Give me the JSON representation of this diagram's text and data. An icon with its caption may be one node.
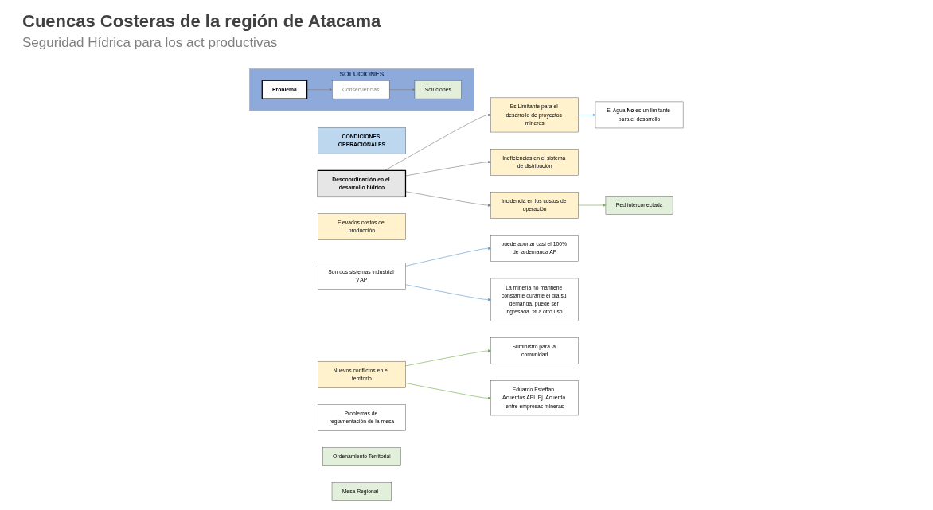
{
  "diagram": {
    "title": "Cuencas Costeras de la región de Atacama",
    "nodes": [
      {
        "text": [
          "SOLUCIONES"
        ]
      },
      {
        "text": [
          "Problema"
        ],
        "in": 0
      },
      {
        "text": [
          "Consecuencias"
        ],
        "in": 0
      },
      {
        "text": [
          "Soluciones"
        ],
        "in": 0
      },
      {
        "text": [
          "CONDICIONES OPERACIONALES"
        ]
      },
      {
        "text": [
          "Descoordinación en el desarrollo hídrico"
        ]
      },
      {
        "text": [
          "Es Limitante para el desarrollo de proyectos mineros"
        ]
      },
      {
        "text": [
          "Elevados costos de producción"
        ]
      },
      {
        "text": [
          "Ineficiencias en el sistema de distribución"
        ]
      },
      {
        "text": [
          "Nuevos conflictos en el territorio"
        ]
      },
      {
        "text": [
          "Incidencia en los costos de operación"
        ]
      },
      {
        "text": [
          "El Agua **No** es un limitante para el desarrollo"
        ]
      },
      {
        "text": [
          "Son dos sistemas industrial y AP"
        ]
      },
      {
        "text": [
          "puede aportar casi el 100% de la demanda AP"
        ]
      },
      {
        "text": [
          "Problemas de reglamentación de la mesa"
        ]
      },
      {
        "text": [
          "La minería no mantiene constante durante el día su demanda, puede ser ingresada  % a otro uso."
        ]
      },
      {
        "text": [
          "Suministro para la comunidad"
        ]
      },
      {
        "text": [
          "Ordenamiento Territorial"
        ]
      },
      {
        "text": [
          "Eduardo Esteffan. Acuerdos APL Ej. Acuerdo entre empresas mineras"
        ]
      },
      {
        "text": [
          "Red interconectada"
        ]
      },
      {
        "text": [
          "Mesa Regional -"
        ]
      }
    ],
    "edges": [
      {
        "from": 1,
        "to": 2,
        "arrow": "to"
      },
      {
        "from": 2,
        "to": 3,
        "arrow": "to"
      },
      {
        "from": 5,
        "to": 6,
        "arrow": "to"
      },
      {
        "from": 5,
        "to": 8,
        "arrow": "to"
      },
      {
        "from": 5,
        "to": 10,
        "arrow": "to"
      },
      {
        "from": 6,
        "to": 11,
        "arrow": "to",
        "color": "#5b9bd5"
      },
      {
        "from": 12,
        "to": 13,
        "arrow": "to",
        "color": "#5b9bd5"
      },
      {
        "from": 12,
        "to": 15,
        "arrow": "to",
        "color": "#5b9bd5"
      },
      {
        "from": 9,
        "to": 18,
        "arrow": "to",
        "color": "#70ad47"
      },
      {
        "from": 9,
        "to": 16,
        "arrow": "to",
        "color": "#70ad47"
      },
      {
        "from": 10,
        "to": 19,
        "arrow": "to",
        "color": "#70ad47"
      }
    ],
    "labels": [
      "Seguridad Hídrica para los act productivas"
    ]
  }
}
